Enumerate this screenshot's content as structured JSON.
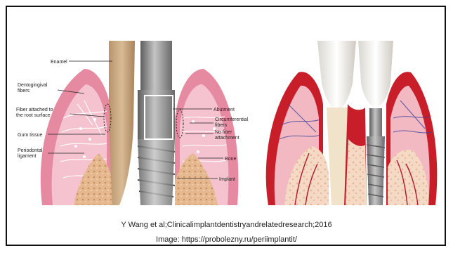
{
  "figure": {
    "labels": {
      "enamel": "Enamel",
      "dentogingival_1": "Dentogingival",
      "dentogingival_2": "fibers",
      "fiber_attached_1": "Fiber attached to",
      "fiber_attached_2": "the root surface",
      "gum_tissue": "Gum tissue",
      "periodontal_1": "Periodontal",
      "periodontal_2": "ligament",
      "abutment": "Abutment",
      "circumferential_1": "Circumferential",
      "circumferential_2": "fibers",
      "no_fiber_1": "No fiber",
      "no_fiber_2": "attachment",
      "bone": "Bone",
      "implant": "Implant"
    }
  },
  "captions": {
    "citation": "Y Wang et al;Clinicalimplantdentistryandrelatedresearch;2016",
    "image_source": "Image: https://probolezny.ru/periimplantit/"
  },
  "colors": {
    "gum_pink": "#e58aa0",
    "gum_light": "#f4c3cf",
    "bone_tan": "#e2b48c",
    "tooth_tan": "#c8a57d",
    "titanium": "#8f8f8f",
    "gum_red": "#c81e2a",
    "frame": "#111111"
  }
}
